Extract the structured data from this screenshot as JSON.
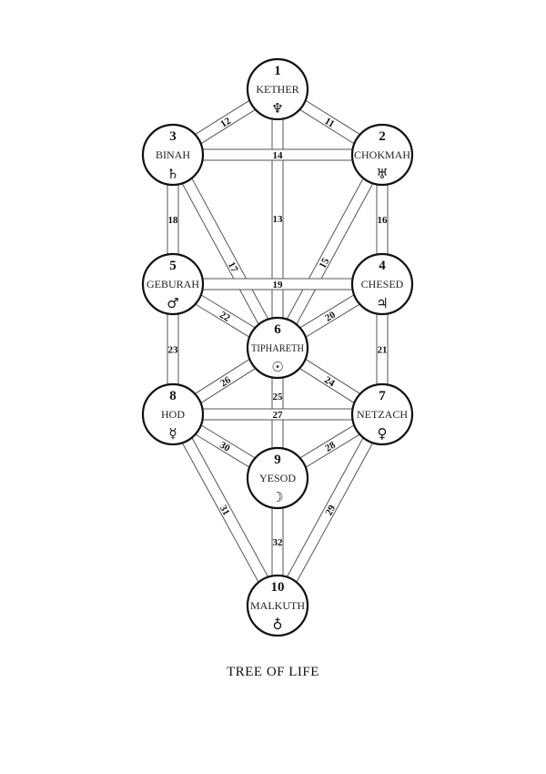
{
  "title": "TREE OF LIFE",
  "sephiroth": [
    {
      "id": 1,
      "number": "1",
      "name": "KETHER",
      "symbol": "♆",
      "symbol_name": "neptune-icon"
    },
    {
      "id": 2,
      "number": "2",
      "name": "CHOKMAH",
      "symbol": "♅",
      "symbol_name": "uranus-icon"
    },
    {
      "id": 3,
      "number": "3",
      "name": "BINAH",
      "symbol": "♄",
      "symbol_name": "saturn-icon"
    },
    {
      "id": 4,
      "number": "4",
      "name": "CHESED",
      "symbol": "♃",
      "symbol_name": "jupiter-icon"
    },
    {
      "id": 5,
      "number": "5",
      "name": "GEBURAH",
      "symbol": "♂",
      "symbol_name": "mars-icon"
    },
    {
      "id": 6,
      "number": "6",
      "name": "TIPHARETH",
      "symbol": "☉",
      "symbol_name": "sun-icon"
    },
    {
      "id": 7,
      "number": "7",
      "name": "NETZACH",
      "symbol": "♀",
      "symbol_name": "venus-icon"
    },
    {
      "id": 8,
      "number": "8",
      "name": "HOD",
      "symbol": "☿",
      "symbol_name": "mercury-icon"
    },
    {
      "id": 9,
      "number": "9",
      "name": "YESOD",
      "symbol": "☽",
      "symbol_name": "moon-icon"
    },
    {
      "id": 10,
      "number": "10",
      "name": "MALKUTH",
      "symbol": "♁",
      "symbol_name": "earth-icon"
    }
  ],
  "paths": [
    {
      "label": "11",
      "from": 1,
      "to": 2
    },
    {
      "label": "12",
      "from": 1,
      "to": 3
    },
    {
      "label": "13",
      "from": 1,
      "to": 6
    },
    {
      "label": "14",
      "from": 2,
      "to": 3
    },
    {
      "label": "15",
      "from": 2,
      "to": 6
    },
    {
      "label": "16",
      "from": 2,
      "to": 4
    },
    {
      "label": "17",
      "from": 3,
      "to": 6
    },
    {
      "label": "18",
      "from": 3,
      "to": 5
    },
    {
      "label": "19",
      "from": 4,
      "to": 5
    },
    {
      "label": "20",
      "from": 4,
      "to": 6
    },
    {
      "label": "21",
      "from": 4,
      "to": 7
    },
    {
      "label": "22",
      "from": 5,
      "to": 6
    },
    {
      "label": "23",
      "from": 5,
      "to": 8
    },
    {
      "label": "24",
      "from": 6,
      "to": 7
    },
    {
      "label": "25",
      "from": 6,
      "to": 9
    },
    {
      "label": "26",
      "from": 6,
      "to": 8
    },
    {
      "label": "27",
      "from": 7,
      "to": 8
    },
    {
      "label": "28",
      "from": 7,
      "to": 9
    },
    {
      "label": "29",
      "from": 7,
      "to": 10
    },
    {
      "label": "30",
      "from": 8,
      "to": 9
    },
    {
      "label": "31",
      "from": 8,
      "to": 10
    },
    {
      "label": "32",
      "from": 9,
      "to": 10
    }
  ]
}
